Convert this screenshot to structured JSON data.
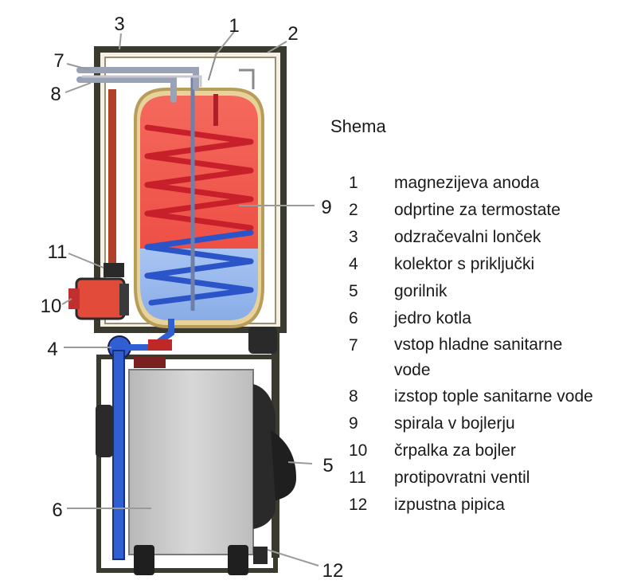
{
  "legend": {
    "title": "Shema",
    "items": [
      {
        "num": "1",
        "label": "magnezijeva anoda"
      },
      {
        "num": "2",
        "label": "odprtine za termostate"
      },
      {
        "num": "3",
        "label": "odzračevalni lonček"
      },
      {
        "num": "4",
        "label": "kolektor s priključki"
      },
      {
        "num": "5",
        "label": "gorilnik"
      },
      {
        "num": "6",
        "label": "jedro kotla"
      },
      {
        "num": "7",
        "label": "vstop hladne sanitarne vode"
      },
      {
        "num": "8",
        "label": "izstop tople sanitarne vode"
      },
      {
        "num": "9",
        "label": "spirala v bojlerju"
      },
      {
        "num": "10",
        "label": "črpalka za bojler"
      },
      {
        "num": "11",
        "label": "protipovratni ventil"
      },
      {
        "num": "12",
        "label": "izpustna pipica"
      }
    ]
  },
  "callouts": [
    "1",
    "2",
    "3",
    "4",
    "5",
    "6",
    "7",
    "8",
    "9",
    "10",
    "11",
    "12"
  ],
  "colors": {
    "hot_water": "#f0504a",
    "cold_water": "#8fb3ea",
    "coil_hot": "#c8202a",
    "coil_cold": "#2a54c8",
    "casing": "#3a3a2e",
    "boiler_core": "#c9c9c9",
    "pump": "#e24a3a",
    "pipe_blue": "#2f5fd0"
  }
}
